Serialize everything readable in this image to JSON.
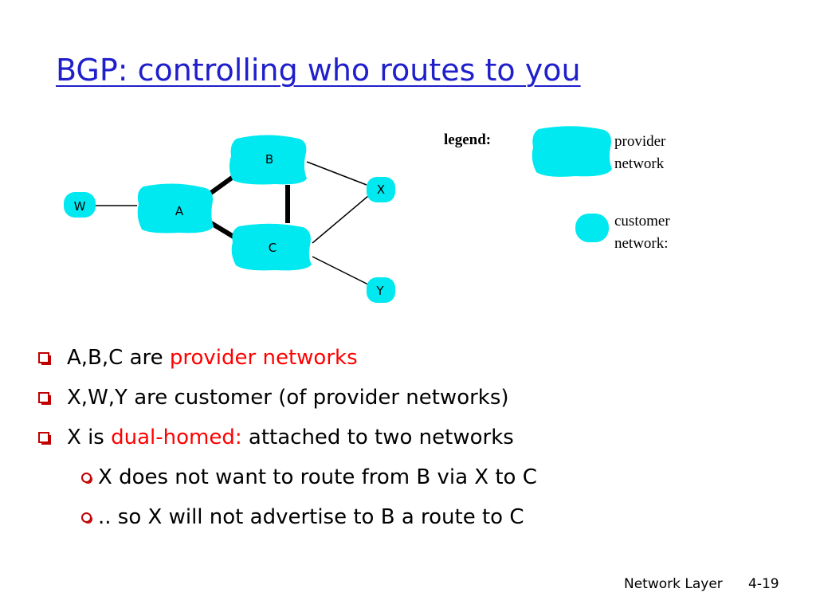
{
  "title": "BGP: controlling who routes to you",
  "diagram": {
    "nodes": {
      "w": "W",
      "a": "A",
      "b": "B",
      "c": "C",
      "x": "X",
      "y": "Y"
    },
    "legend": {
      "label": "legend:",
      "provider_line1": "provider",
      "provider_line2": "network",
      "customer_line1": "customer",
      "customer_line2": "network:"
    },
    "colors": {
      "network_fill": "#00e8f0",
      "node_fill": "#00e8f0"
    }
  },
  "bullets": [
    {
      "pre": "A,B,C are ",
      "highlight": "provider networks",
      "post": ""
    },
    {
      "pre": "X,W,Y are customer (of provider networks)",
      "highlight": "",
      "post": ""
    },
    {
      "pre": "X is ",
      "highlight": "dual-homed:",
      "post": " attached to two networks"
    }
  ],
  "subbullets": [
    {
      "text": "X does not want to route from B via X to C"
    },
    {
      "text": ".. so X will not advertise to B a route to C"
    }
  ],
  "footer": {
    "section": "Network Layer",
    "page": "4-19"
  }
}
